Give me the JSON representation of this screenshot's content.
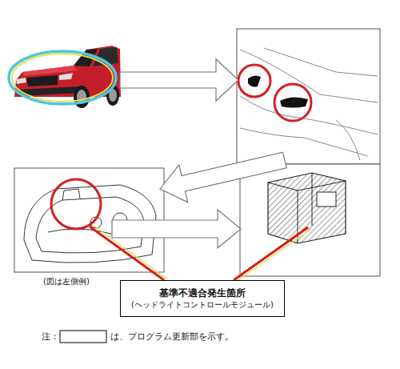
{
  "diagram": {
    "nodes": [
      {
        "text": [
          "基準不適合発生箇所",
          "(ヘッドライトコントロールモジュール)"
        ]
      }
    ],
    "labels": [
      "(図は左側例)",
      "注：",
      "は、プログラム更新部を示す。"
    ]
  }
}
